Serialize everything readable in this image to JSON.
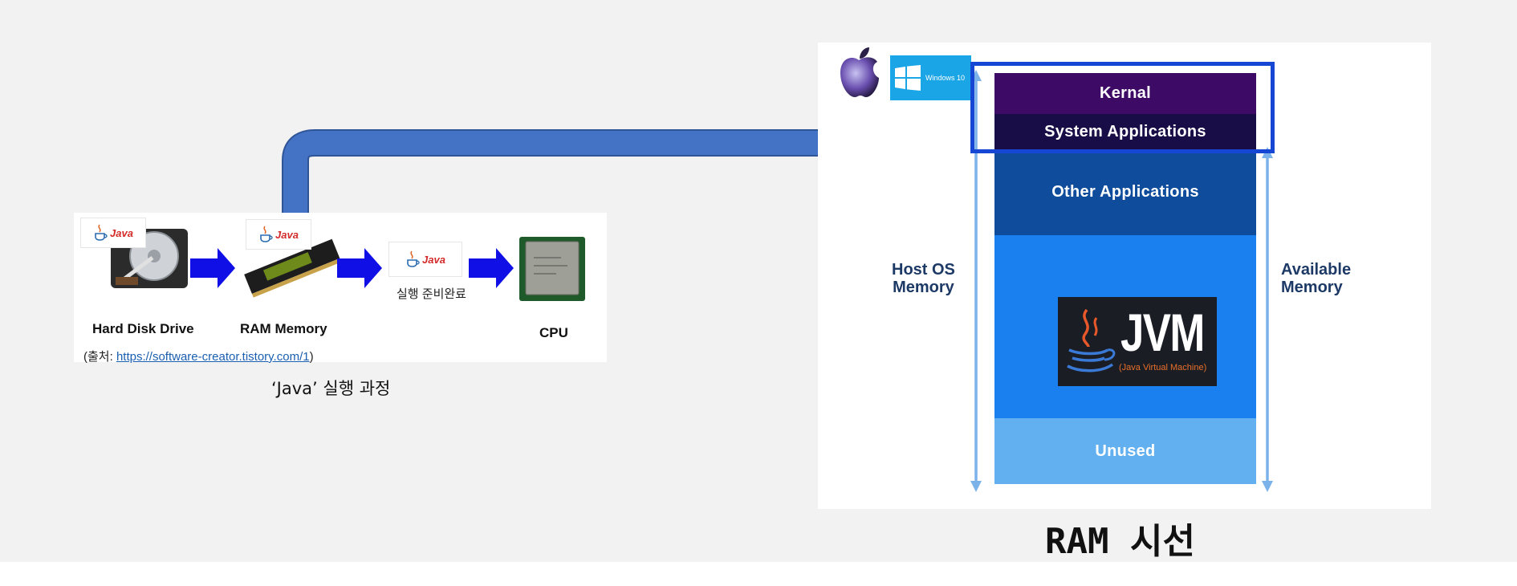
{
  "process": {
    "java_badge_text": "Java",
    "steps": [
      {
        "label": "Hard Disk Drive"
      },
      {
        "label": "RAM Memory"
      },
      {
        "label": "CPU"
      }
    ],
    "ready_text": "실행 준비완료",
    "source_prefix": "(출처: ",
    "source_link": "https://software-creator.tistory.com/1",
    "source_suffix": ")",
    "caption": "‘Java’ 실행 과정"
  },
  "memory": {
    "segments": [
      {
        "label": "Kernal",
        "color": "#3d0a66"
      },
      {
        "label": "System Applications",
        "color": "#180d47"
      },
      {
        "label": "Other Applications",
        "color": "#0f4c9c"
      },
      {
        "label": "",
        "color": "#1a80ef"
      },
      {
        "label": "Unused",
        "color": "#62b0ef"
      }
    ],
    "left_label": "Host OS\nMemory",
    "right_label": "Available\nMemory",
    "windows_text": "Windows 10",
    "jvm_text": "JVM",
    "jvm_subtitle": "(Java Virtual Machine)",
    "arrow_color": "#7cb2ea",
    "highlight_color": "#1646d4"
  },
  "connector_color": "#4472c4",
  "arrow_color": "#1010e6",
  "title": "RAM 시선"
}
